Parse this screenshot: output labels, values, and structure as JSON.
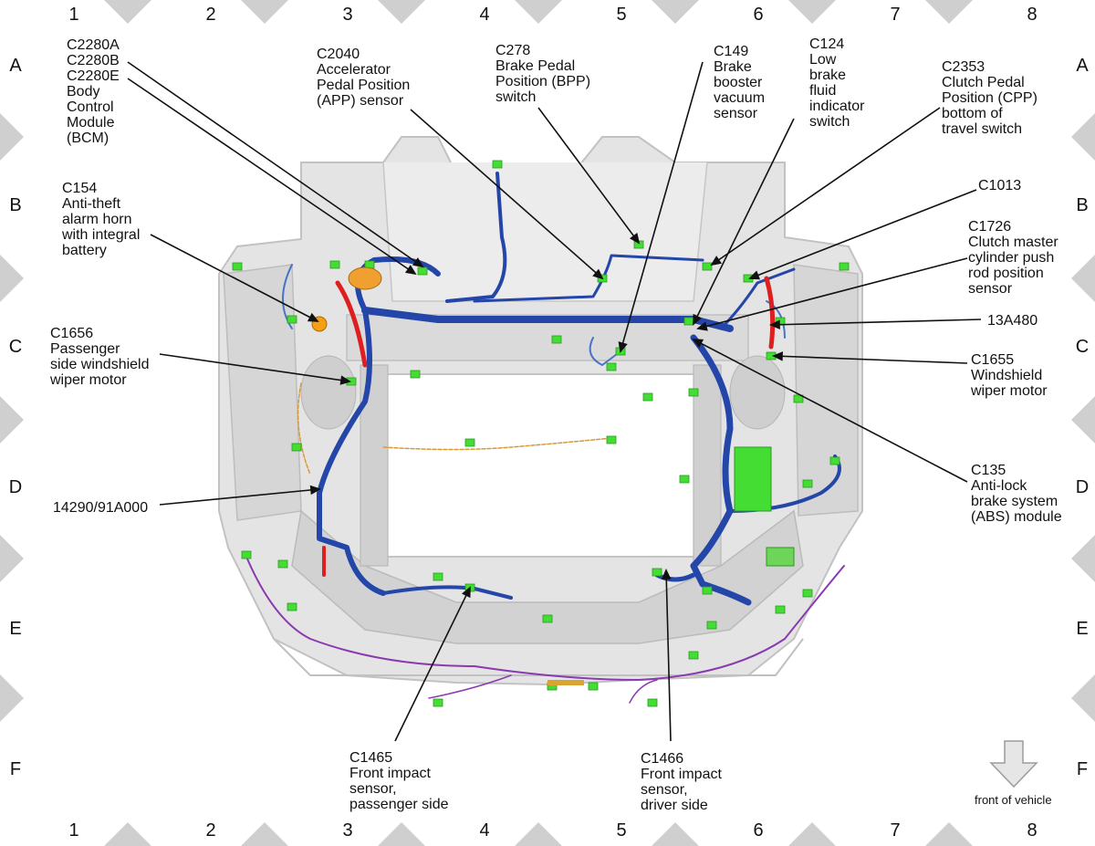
{
  "grid": {
    "columns": [
      "1",
      "2",
      "3",
      "4",
      "5",
      "6",
      "7",
      "8"
    ],
    "rows": [
      "A",
      "B",
      "C",
      "D",
      "E",
      "F"
    ]
  },
  "callouts": [
    {
      "id": "bcm",
      "text": "C2280A\nC2280B\nC2280E\nBody\nControl\nModule\n(BCM)"
    },
    {
      "id": "app",
      "text": "C2040\nAccelerator\nPedal Position\n(APP) sensor"
    },
    {
      "id": "bpp",
      "text": "C278\nBrake Pedal\nPosition (BPP)\nswitch"
    },
    {
      "id": "c149",
      "text": "C149\nBrake\nbooster\nvacuum\nsensor"
    },
    {
      "id": "c124",
      "text": "C124\nLow\nbrake\nfluid\nindicator\nswitch"
    },
    {
      "id": "c2353",
      "text": "C2353\nClutch Pedal\nPosition (CPP)\nbottom of\ntravel switch"
    },
    {
      "id": "c154",
      "text": "C154\nAnti-theft\nalarm horn\nwith integral\nbattery"
    },
    {
      "id": "c1013",
      "text": "C1013"
    },
    {
      "id": "c1726",
      "text": "C1726\nClutch master\ncylinder push\nrod position\nsensor"
    },
    {
      "id": "c1656",
      "text": "C1656\nPassenger\nside windshield\nwiper motor"
    },
    {
      "id": "h13a480",
      "text": "13A480"
    },
    {
      "id": "c1655",
      "text": "C1655\nWindshield\nwiper motor"
    },
    {
      "id": "c135",
      "text": "C135\nAnti-lock\nbrake system\n(ABS) module"
    },
    {
      "id": "h14290",
      "text": "14290/91A000"
    },
    {
      "id": "c1465",
      "text": "C1465\nFront impact\nsensor,\npassenger side"
    },
    {
      "id": "c1466",
      "text": "C1466\nFront impact\nsensor,\ndriver side"
    }
  ],
  "front_indicator": {
    "label": "front of vehicle",
    "icon": "down-arrow-icon"
  },
  "colors": {
    "frame": "#dcdcdc",
    "harness_main": "#2346a8",
    "harness_light": "#4a72c8",
    "connector": "#44dd33",
    "power_cable": "#dd1f1f",
    "antenna_wire": "#8a3ab0",
    "border_triangle": "#cfcfcf"
  }
}
